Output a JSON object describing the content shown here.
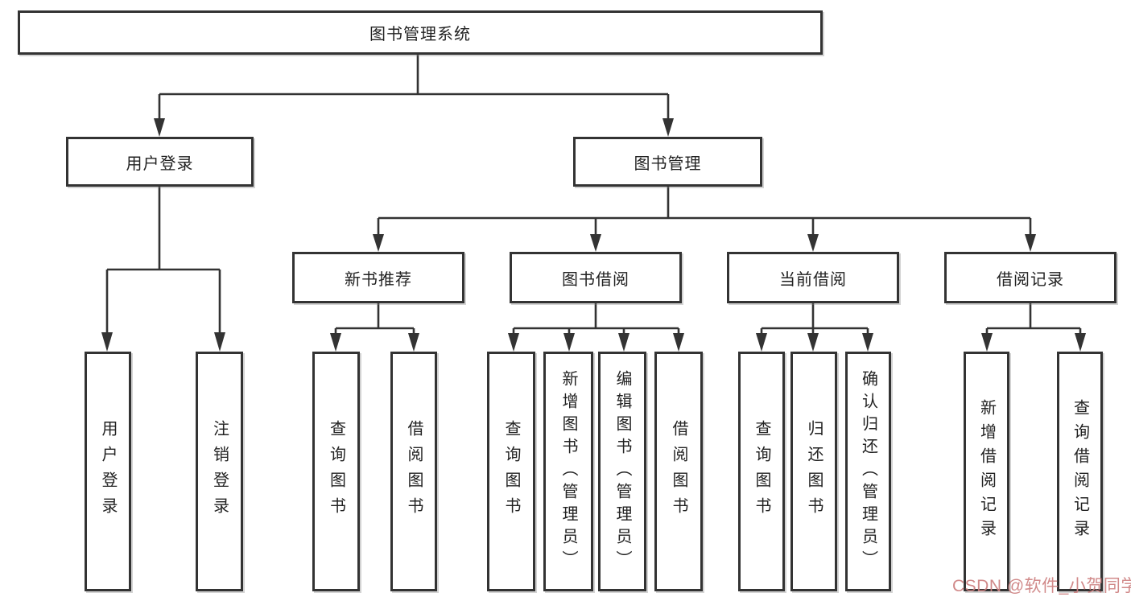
{
  "diagram": {
    "root": {
      "label": "图书管理系统"
    },
    "level1": [
      {
        "label": "用户登录"
      },
      {
        "label": "图书管理"
      }
    ],
    "level2": [
      {
        "label": "新书推荐"
      },
      {
        "label": "图书借阅"
      },
      {
        "label": "当前借阅"
      },
      {
        "label": "借阅记录"
      }
    ],
    "level3": {
      "user_login": [
        "用户登录",
        "注销登录"
      ],
      "new_books": [
        "查询图书",
        "借阅图书"
      ],
      "book_borrow": [
        "查询图书",
        "新增图书（管理员）",
        "编辑图书（管理员）",
        "借阅图书"
      ],
      "current_borrow": [
        "查询图书",
        "归还图书",
        "确认归还（管理员）"
      ],
      "borrow_records": [
        "新增借阅记录",
        "查询借阅记录"
      ]
    }
  },
  "watermark": {
    "text": "CSDN @软件_小贺同学",
    "color": "#cd8080"
  },
  "colors": {
    "line": "#333333",
    "box_border": "#333333",
    "box_background": "#ffffff",
    "text": "#222222",
    "page_background": "#ffffff"
  }
}
